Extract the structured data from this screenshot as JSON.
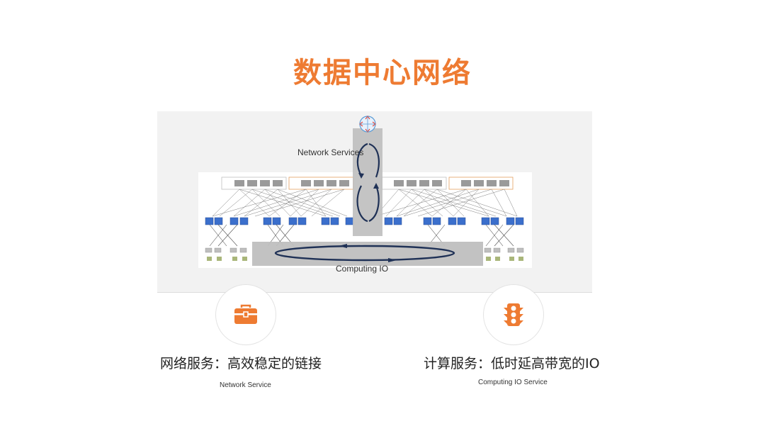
{
  "slide": {
    "title": "数据中心网络"
  },
  "diagram": {
    "network_services_label": "Network Services",
    "computing_io_label": "Computing IO"
  },
  "services": [
    {
      "title": "网络服务：高效稳定的链接",
      "subtitle": "Network Service",
      "icon": "briefcase-icon",
      "color": "#ee7b32"
    },
    {
      "title": "计算服务：低时延高带宽的IO",
      "subtitle": "Computing IO Service",
      "icon": "traffic-light-icon",
      "color": "#ee7b32"
    }
  ],
  "colors": {
    "accent": "#ee7b32",
    "switch_blue": "#3b6fcc",
    "arrow_navy": "#1f3156"
  }
}
